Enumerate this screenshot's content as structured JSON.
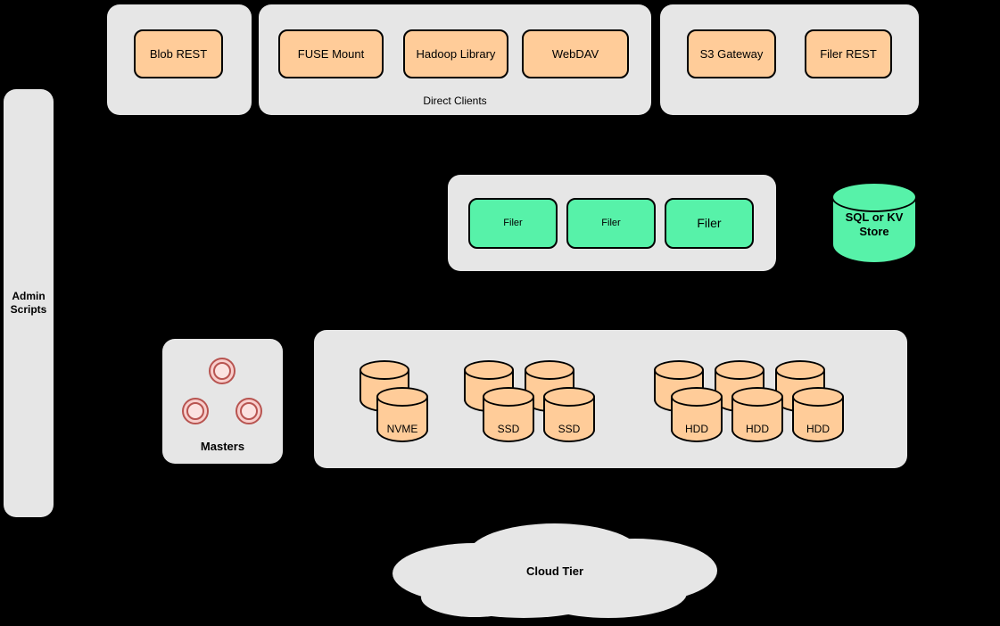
{
  "colors": {
    "background": "#000000",
    "panel_gray": "#e6e6e6",
    "client_orange": "#ffcc99",
    "filer_green": "#57f2a9",
    "master_pink": "#f8cecc",
    "master_pink_border": "#b85450",
    "node_border": "#000000"
  },
  "blob_panel": {
    "items": [
      {
        "label": "Blob REST"
      }
    ]
  },
  "direct_clients_panel": {
    "caption": "Direct Clients",
    "items": [
      {
        "label": "FUSE Mount"
      },
      {
        "label": "Hadoop Library"
      },
      {
        "label": "WebDAV"
      }
    ]
  },
  "gateway_panel": {
    "items": [
      {
        "label": "S3 Gateway"
      },
      {
        "label": "Filer REST"
      }
    ]
  },
  "admin_panel": {
    "label": "Admin Scripts"
  },
  "filer_panel": {
    "items": [
      {
        "label": "Filer"
      },
      {
        "label": "Filer"
      },
      {
        "label": "Filer"
      }
    ]
  },
  "metadata_store": {
    "label": "SQL or KV Store"
  },
  "masters_panel": {
    "label": "Masters"
  },
  "volume_panel": {
    "disks": {
      "nvme": [
        "NVME"
      ],
      "ssd": [
        "SSD",
        "SSD"
      ],
      "hdd": [
        "HDD",
        "HDD",
        "HDD"
      ]
    }
  },
  "cloud": {
    "label": "Cloud Tier"
  }
}
